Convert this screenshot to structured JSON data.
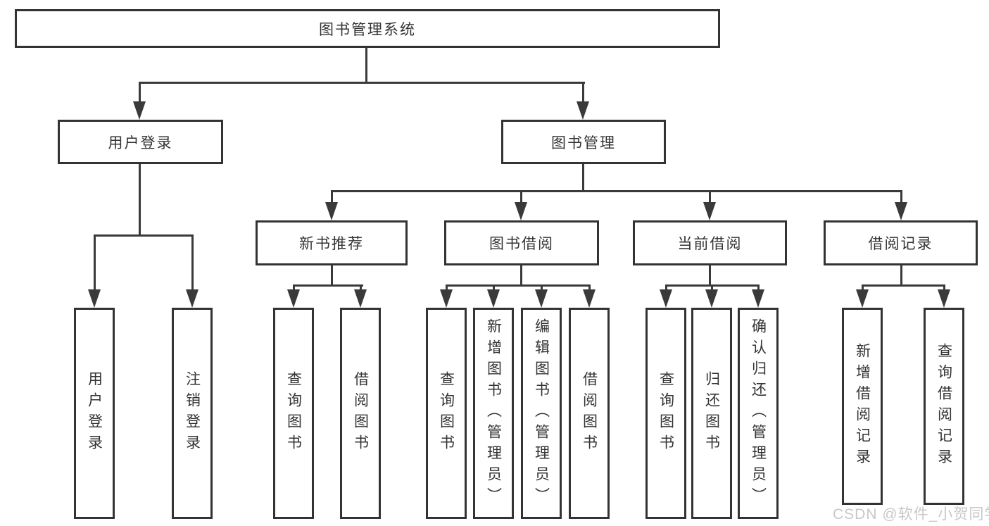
{
  "diagram": {
    "root": "图书管理系统",
    "level1": {
      "user_login": "用户登录",
      "book_mgmt": "图书管理"
    },
    "level2": {
      "new_book": "新书推荐",
      "borrow": "图书借阅",
      "current": "当前借阅",
      "records": "借阅记录"
    },
    "leaves": {
      "user_login": [
        "用户登录",
        "注销登录"
      ],
      "new_book": [
        "查询图书",
        "借阅图书"
      ],
      "borrow": [
        "查询图书",
        "新增图书（管理员）",
        "编辑图书（管理员）",
        "借阅图书"
      ],
      "current": [
        "查询图书",
        "归还图书",
        "确认归还（管理员）"
      ],
      "records": [
        "新增借阅记录",
        "查询借阅记录"
      ]
    }
  },
  "watermark": {
    "text": "CSDN @软件_小贺同学"
  },
  "colors": {
    "line": "#3a3a3a",
    "box_border": "#333333",
    "text": "#333333",
    "bg": "#ffffff",
    "watermark": "#c8c8c8"
  }
}
